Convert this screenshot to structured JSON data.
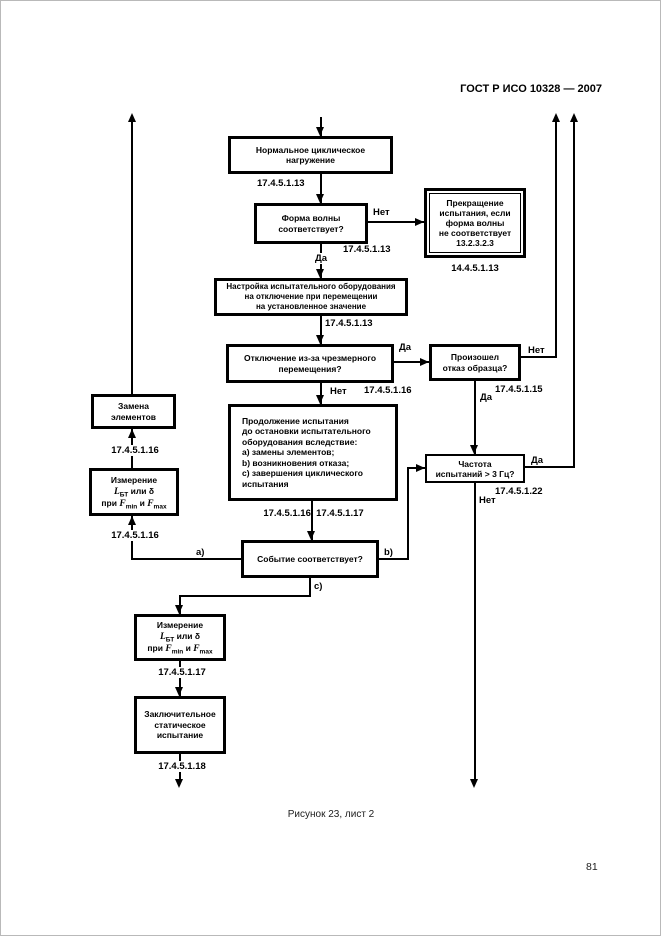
{
  "page": {
    "header": "ГОСТ Р ИСО 10328 — 2007",
    "caption": "Рисунок 23, лист 2",
    "page_number": "81"
  },
  "nodes": {
    "normal_cyclic": "Нормальное циклическое\nнагружение",
    "waveform": "Форма волны\nсоответствует?",
    "stop_test": "Прекращение\nиспытания, если\nформа волны\nне соответствует\n13.2.3.2.3",
    "setup": "Настройка испытательного оборудования\nна отключение при перемещении\nна установленное значение",
    "shutoff": "Отключение из-за чрезмерного\nперемещения?",
    "specimen_failure": "Произошел\nотказ образца?",
    "continue_test": "Продолжение испытания\nдо остановки испытательного\nоборудования вследствие:\na) замены элементов;\nb) возникновения отказа;\nc) завершения циклического\nиспытания",
    "event": "Событие соответствует?",
    "frequency": "Частота\nиспытаний > 3 Гц?",
    "replace": "Замена\nэлементов",
    "final_static": "Заключительное\nстатическое\nиспытание",
    "measure": {
      "title": "Измерение",
      "sym_l": "L",
      "sub_l": "БТ",
      "or_delta": " или δ",
      "pri": "при ",
      "sym_f": "F",
      "sub_min": "min",
      "and": " и ",
      "sym_f2": "F",
      "sub_max": "max"
    }
  },
  "labels": {
    "yes": "Да",
    "no": "Нет",
    "a": "a)",
    "b": "b)",
    "c": "c)",
    "ref_17_4_5_1_13": "17.4.5.1.13",
    "ref_14_4_5_1_13": "14.4.5.1.13",
    "ref_17_4_5_1_15": "17.4.5.1.15",
    "ref_17_4_5_1_16": "17.4.5.1.16",
    "ref_16_17": "17.4.5.1.16, 17.4.5.1.17",
    "ref_17_4_5_1_17": "17.4.5.1.17",
    "ref_17_4_5_1_18": "17.4.5.1.18",
    "ref_17_4_5_1_22": "17.4.5.1.22"
  }
}
